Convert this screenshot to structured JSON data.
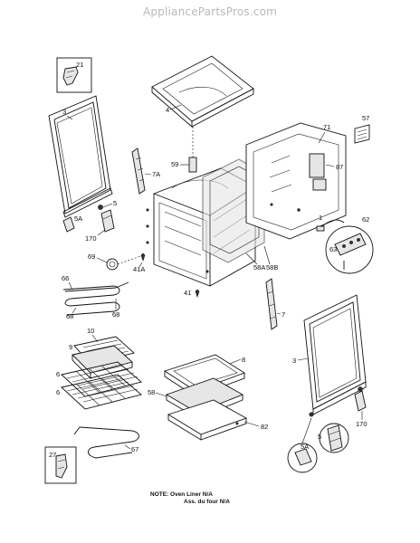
{
  "watermark": "AppliancePartsPros.com",
  "note": {
    "line1": "NOTE: Oven Liner N/A",
    "line2": "Ass. du four N/A"
  },
  "callouts": {
    "p21": "21",
    "p3_left": "3",
    "p4": "4",
    "p71": "71",
    "p57": "57",
    "p87": "87",
    "p59": "59",
    "p7A": "7A",
    "p5_left": "5",
    "p5A_left": "5A",
    "p170_left": "170",
    "p1": "1",
    "p62": "62",
    "p63": "63",
    "p69": "69",
    "p41A": "41A",
    "p58A": "58A",
    "p58B": "58B",
    "p66": "66",
    "p68_a": "68",
    "p68_b": "68",
    "p41": "41",
    "p7": "7",
    "p10": "10",
    "p9": "9",
    "p6_a": "6",
    "p6_b": "6",
    "p8": "8",
    "p58": "58",
    "p3_right": "3",
    "p82": "82",
    "p170_right": "170",
    "p5_right": "5",
    "p5A_right": "5A",
    "p27": "27",
    "p67": "67"
  }
}
